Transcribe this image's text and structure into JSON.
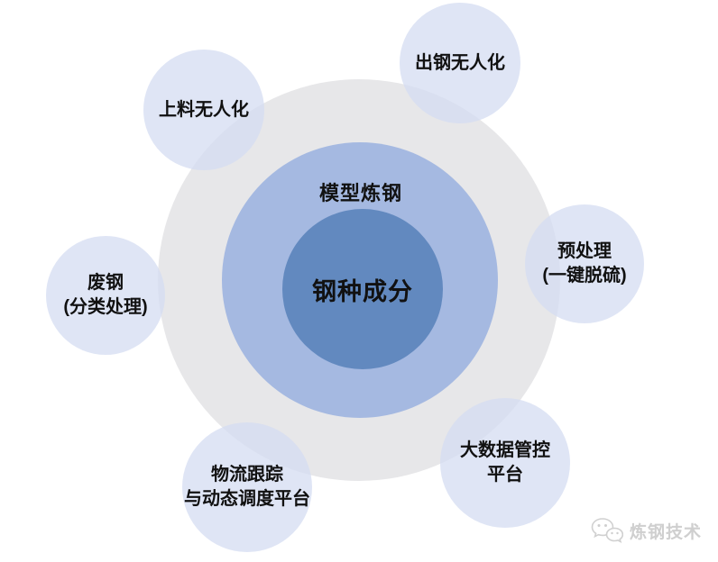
{
  "diagram": {
    "center": {
      "label": "钢种成分"
    },
    "middle_ring": {
      "label": "模型炼钢"
    },
    "satellites": [
      {
        "id": "feeding",
        "lines": [
          "上料无人化"
        ]
      },
      {
        "id": "tapping",
        "lines": [
          "出钢无人化"
        ]
      },
      {
        "id": "pretreatment",
        "lines": [
          "预处理",
          "(一键脱硫)"
        ]
      },
      {
        "id": "bigdata",
        "lines": [
          "大数据管控",
          "平台"
        ]
      },
      {
        "id": "logistics",
        "lines": [
          "物流跟踪",
          "与动态调度平台"
        ]
      },
      {
        "id": "scrap",
        "lines": [
          "废钢",
          "(分类处理)"
        ]
      }
    ]
  },
  "watermark": {
    "label": "炼钢技术",
    "icon": "wechat-logo-icon"
  },
  "colors": {
    "center-circle": "#6289bf",
    "middle-ring": "#a5b9e1",
    "outer-ring": "#e7e7e9",
    "satellite": "#d5ddf2c0",
    "label-text": "#111111",
    "watermark-text": "#cfcfcf"
  }
}
